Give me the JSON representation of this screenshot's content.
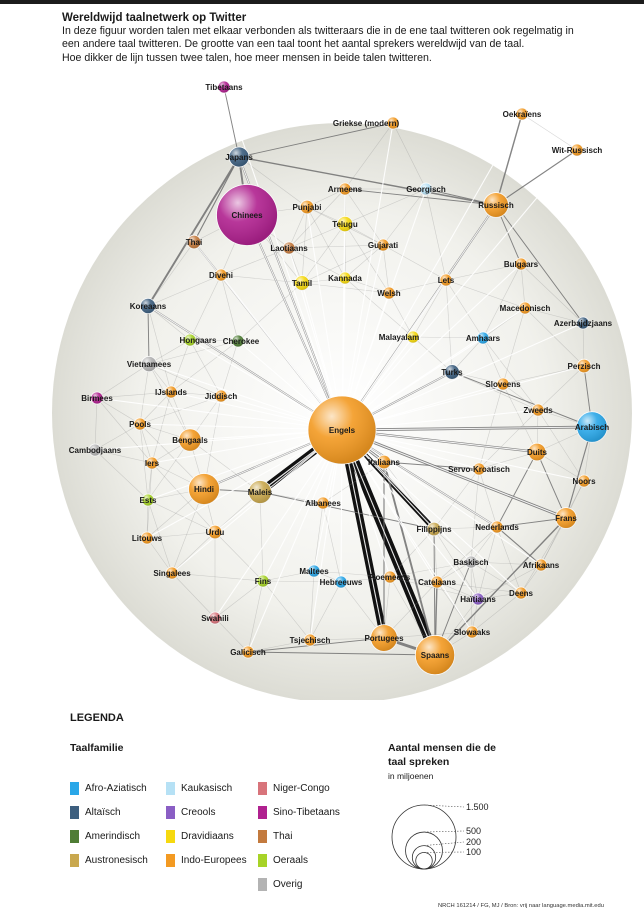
{
  "title": "Wereldwijd taalnetwerk op Twitter",
  "description": [
    "In deze figuur worden talen met elkaar verbonden als twitteraars die in de ene taal twitteren ook regelmatig in",
    "een andere taal twitteren. De grootte van een taal toont het aantal sprekers wereldwijd van de taal.",
    "Hoe dikker de lijn tussen twee talen, hoe meer mensen in beide talen twitteren."
  ],
  "colors": {
    "Afro-Aziatisch": "#2aa7e8",
    "Altaïsch": "#3d5f7f",
    "Amerindisch": "#4f7d35",
    "Austronesisch": "#c9a84e",
    "Kaukasisch": "#b6e1f5",
    "Creools": "#8a5ec4",
    "Dravidiaans": "#f6d90f",
    "Indo-Europees": "#f39a22",
    "Niger-Congo": "#d8747b",
    "Sino-Tibetaans": "#b0218f",
    "Thai": "#c37a3e",
    "Oeraals": "#a7d327",
    "Overig": "#b3b3b3"
  },
  "languages": [
    {
      "name": "Engels",
      "family": "Indo-Europees",
      "speakers": 1500
    },
    {
      "name": "Chinees",
      "family": "Sino-Tibetaans",
      "speakers": 1200
    },
    {
      "name": "Spaans",
      "family": "Indo-Europees",
      "speakers": 500
    },
    {
      "name": "Portugees",
      "family": "Indo-Europees",
      "speakers": 230
    },
    {
      "name": "Arabisch",
      "family": "Afro-Aziatisch",
      "speakers": 300
    },
    {
      "name": "Hindi",
      "family": "Indo-Europees",
      "speakers": 310
    },
    {
      "name": "Russisch",
      "family": "Indo-Europees",
      "speakers": 200
    },
    {
      "name": "Maleis",
      "family": "Austronesisch",
      "speakers": 170
    },
    {
      "name": "Frans",
      "family": "Indo-Europees",
      "speakers": 140
    },
    {
      "name": "Bengaals",
      "family": "Indo-Europees",
      "speakers": 160
    },
    {
      "name": "Duits",
      "family": "Indo-Europees",
      "speakers": 100
    },
    {
      "name": "Japans",
      "family": "Altaïsch",
      "speakers": 130
    },
    {
      "name": "Koreaans",
      "family": "Altaïsch",
      "speakers": 75
    },
    {
      "name": "Turks",
      "family": "Altaïsch",
      "speakers": 70
    },
    {
      "name": "Vietnamees",
      "family": "Overig",
      "speakers": 75
    },
    {
      "name": "Filippijns",
      "family": "Austronesisch",
      "speakers": 60
    },
    {
      "name": "Thai",
      "family": "Thai",
      "speakers": 60
    },
    {
      "name": "Urdu",
      "family": "Indo-Europees",
      "speakers": 60
    },
    {
      "name": "Punjabi",
      "family": "Indo-Europees",
      "speakers": 60
    },
    {
      "name": "Italiaans",
      "family": "Indo-Europees",
      "speakers": 60
    },
    {
      "name": "Telugu",
      "family": "Dravidiaans",
      "speakers": 75
    },
    {
      "name": "Tamil",
      "family": "Dravidiaans",
      "speakers": 70
    },
    {
      "name": "Kannada",
      "family": "Dravidiaans",
      "speakers": 40
    },
    {
      "name": "Malayalam",
      "family": "Dravidiaans",
      "speakers": 35
    },
    {
      "name": "Perzisch",
      "family": "Indo-Europees",
      "speakers": 60
    },
    {
      "name": "Gujarati",
      "family": "Indo-Europees",
      "speakers": 45
    },
    {
      "name": "Nederlands",
      "family": "Indo-Europees",
      "speakers": 25
    },
    {
      "name": "Griekse (modern)",
      "family": "Indo-Europees",
      "speakers": 13
    },
    {
      "name": "Oekraïens",
      "family": "Indo-Europees",
      "speakers": 35
    },
    {
      "name": "Wit-Russisch",
      "family": "Indo-Europees",
      "speakers": 8
    },
    {
      "name": "Armeens",
      "family": "Indo-Europees",
      "speakers": 7
    },
    {
      "name": "Georgisch",
      "family": "Kaukasisch",
      "speakers": 4
    },
    {
      "name": "Tibetaans",
      "family": "Sino-Tibetaans",
      "speakers": 8
    },
    {
      "name": "Laotiaans",
      "family": "Thai",
      "speakers": 20
    },
    {
      "name": "Divehi",
      "family": "Indo-Europees",
      "speakers": 1
    },
    {
      "name": "Bulgaars",
      "family": "Indo-Europees",
      "speakers": 10
    },
    {
      "name": "Lets",
      "family": "Indo-Europees",
      "speakers": 2
    },
    {
      "name": "Welsh",
      "family": "Indo-Europees",
      "speakers": 1
    },
    {
      "name": "Macedonisch",
      "family": "Indo-Europees",
      "speakers": 3
    },
    {
      "name": "Azerbajdzjaans",
      "family": "Altaïsch",
      "speakers": 25
    },
    {
      "name": "Hongaars",
      "family": "Oeraals",
      "speakers": 15
    },
    {
      "name": "Cherokee",
      "family": "Amerindisch",
      "speakers": 1
    },
    {
      "name": "Amhaars",
      "family": "Afro-Aziatisch",
      "speakers": 25
    },
    {
      "name": "Sloveens",
      "family": "Indo-Europees",
      "speakers": 2
    },
    {
      "name": "Birmees",
      "family": "Sino-Tibetaans",
      "speakers": 35
    },
    {
      "name": "IJslands",
      "family": "Indo-Europees",
      "speakers": 1
    },
    {
      "name": "Jiddisch",
      "family": "Indo-Europees",
      "speakers": 2
    },
    {
      "name": "Zweeds",
      "family": "Indo-Europees",
      "speakers": 10
    },
    {
      "name": "Pools",
      "family": "Indo-Europees",
      "speakers": 40
    },
    {
      "name": "Cambodjaans",
      "family": "Overig",
      "speakers": 16
    },
    {
      "name": "Iers",
      "family": "Indo-Europees",
      "speakers": 1
    },
    {
      "name": "Noors",
      "family": "Indo-Europees",
      "speakers": 5
    },
    {
      "name": "Servo-Kroatisch",
      "family": "Indo-Europees",
      "speakers": 18
    },
    {
      "name": "Ests",
      "family": "Oeraals",
      "speakers": 1
    },
    {
      "name": "Albanees",
      "family": "Indo-Europees",
      "speakers": 7
    },
    {
      "name": "Litouws",
      "family": "Indo-Europees",
      "speakers": 3
    },
    {
      "name": "Baskisch",
      "family": "Overig",
      "speakers": 1
    },
    {
      "name": "Afrikaans",
      "family": "Indo-Europees",
      "speakers": 7
    },
    {
      "name": "Singalees",
      "family": "Indo-Europees",
      "speakers": 17
    },
    {
      "name": "Maltees",
      "family": "Afro-Aziatisch",
      "speakers": 1
    },
    {
      "name": "Hebreeuws",
      "family": "Afro-Aziatisch",
      "speakers": 9
    },
    {
      "name": "Roemeens",
      "family": "Indo-Europees",
      "speakers": 25
    },
    {
      "name": "Catelaans",
      "family": "Indo-Europees",
      "speakers": 9
    },
    {
      "name": "Haïtiaans",
      "family": "Creools",
      "speakers": 12
    },
    {
      "name": "Deens",
      "family": "Indo-Europees",
      "speakers": 6
    },
    {
      "name": "Fins",
      "family": "Oeraals",
      "speakers": 5
    },
    {
      "name": "Swahili",
      "family": "Niger-Congo",
      "speakers": 30
    },
    {
      "name": "Slowaaks",
      "family": "Indo-Europees",
      "speakers": 5
    },
    {
      "name": "Tsjechisch",
      "family": "Indo-Europees",
      "speakers": 10
    },
    {
      "name": "Galicisch",
      "family": "Indo-Europees",
      "speakers": 3
    }
  ],
  "links": [
    [
      "Engels",
      "Spaans",
      9
    ],
    [
      "Engels",
      "Portugees",
      8
    ],
    [
      "Engels",
      "Maleis",
      8
    ],
    [
      "Engels",
      "Filippijns",
      5
    ],
    [
      "Engels",
      "Italiaans",
      3
    ],
    [
      "Engels",
      "Arabisch",
      3
    ],
    [
      "Engels",
      "Frans",
      3
    ],
    [
      "Engels",
      "Duits",
      2.5
    ],
    [
      "Engels",
      "Japans",
      2
    ],
    [
      "Engels",
      "Koreaans",
      2
    ],
    [
      "Engels",
      "Chinees",
      2
    ],
    [
      "Engels",
      "Russisch",
      2
    ],
    [
      "Engels",
      "Nederlands",
      2
    ],
    [
      "Engels",
      "Turks",
      2
    ],
    [
      "Engels",
      "Hindi",
      2
    ],
    [
      "Engels",
      "Thai",
      1.5
    ],
    [
      "Spaans",
      "Portugees",
      3
    ],
    [
      "Spaans",
      "Italiaans",
      2
    ],
    [
      "Spaans",
      "Frans",
      1.5
    ],
    [
      "Spaans",
      "Catelaans",
      1.5
    ],
    [
      "Spaans",
      "Galicisch",
      1
    ],
    [
      "Spaans",
      "Baskisch",
      1
    ],
    [
      "Portugees",
      "Italiaans",
      1.2
    ],
    [
      "Portugees",
      "Galicisch",
      1
    ],
    [
      "Japans",
      "Chinees",
      2
    ],
    [
      "Japans",
      "Koreaans",
      2
    ],
    [
      "Japans",
      "Russisch",
      1.5
    ],
    [
      "Japans",
      "Thai",
      1.2
    ],
    [
      "Japans",
      "Tibetaans",
      1
    ],
    [
      "Japans",
      "Griekse (modern)",
      1
    ],
    [
      "Russisch",
      "Oekraïens",
      1.5
    ],
    [
      "Russisch",
      "Wit-Russisch",
      1.2
    ],
    [
      "Russisch",
      "Georgisch",
      1
    ],
    [
      "Russisch",
      "Armeens",
      1
    ],
    [
      "Russisch",
      "Bulgaars",
      1
    ],
    [
      "Russisch",
      "Azerbajdzjaans",
      1
    ],
    [
      "Arabisch",
      "Perzisch",
      1
    ],
    [
      "Arabisch",
      "Frans",
      1.2
    ],
    [
      "Maleis",
      "Filippijns",
      1
    ],
    [
      "Maleis",
      "Hindi",
      1
    ],
    [
      "Koreaans",
      "Vietnamees",
      1
    ],
    [
      "Frans",
      "Duits",
      1
    ],
    [
      "Frans",
      "Nederlands",
      1
    ],
    [
      "Duits",
      "Nederlands",
      1
    ],
    [
      "Nederlands",
      "Afrikaans",
      1.2
    ],
    [
      "Filippijns",
      "Spaans",
      1
    ],
    [
      "Italiaans",
      "Servo-Kroatisch",
      1
    ],
    [
      "Turks",
      "Arabisch",
      1
    ]
  ],
  "legend": {
    "title": "LEGENDA",
    "family_title": "Taalfamilie",
    "families_col1": [
      "Afro-Aziatisch",
      "Altaïsch",
      "Amerindisch",
      "Austronesisch"
    ],
    "families_col2": [
      "Kaukasisch",
      "Creools",
      "Dravidiaans",
      "Indo-Europees"
    ],
    "families_col3": [
      "Niger-Congo",
      "Sino-Tibetaans",
      "Thai",
      "Oeraals",
      "Overig"
    ],
    "size_title": "Aantal mensen die de taal spreken",
    "size_subtitle": "in miljoenen",
    "size_values": [
      1500,
      500,
      200,
      100
    ],
    "size_labels": [
      "1.500",
      "500",
      "200",
      "100"
    ]
  },
  "source": "NRCH 161214 / FG, MJ / Bron: vrij naar language.media.mit.edu"
}
